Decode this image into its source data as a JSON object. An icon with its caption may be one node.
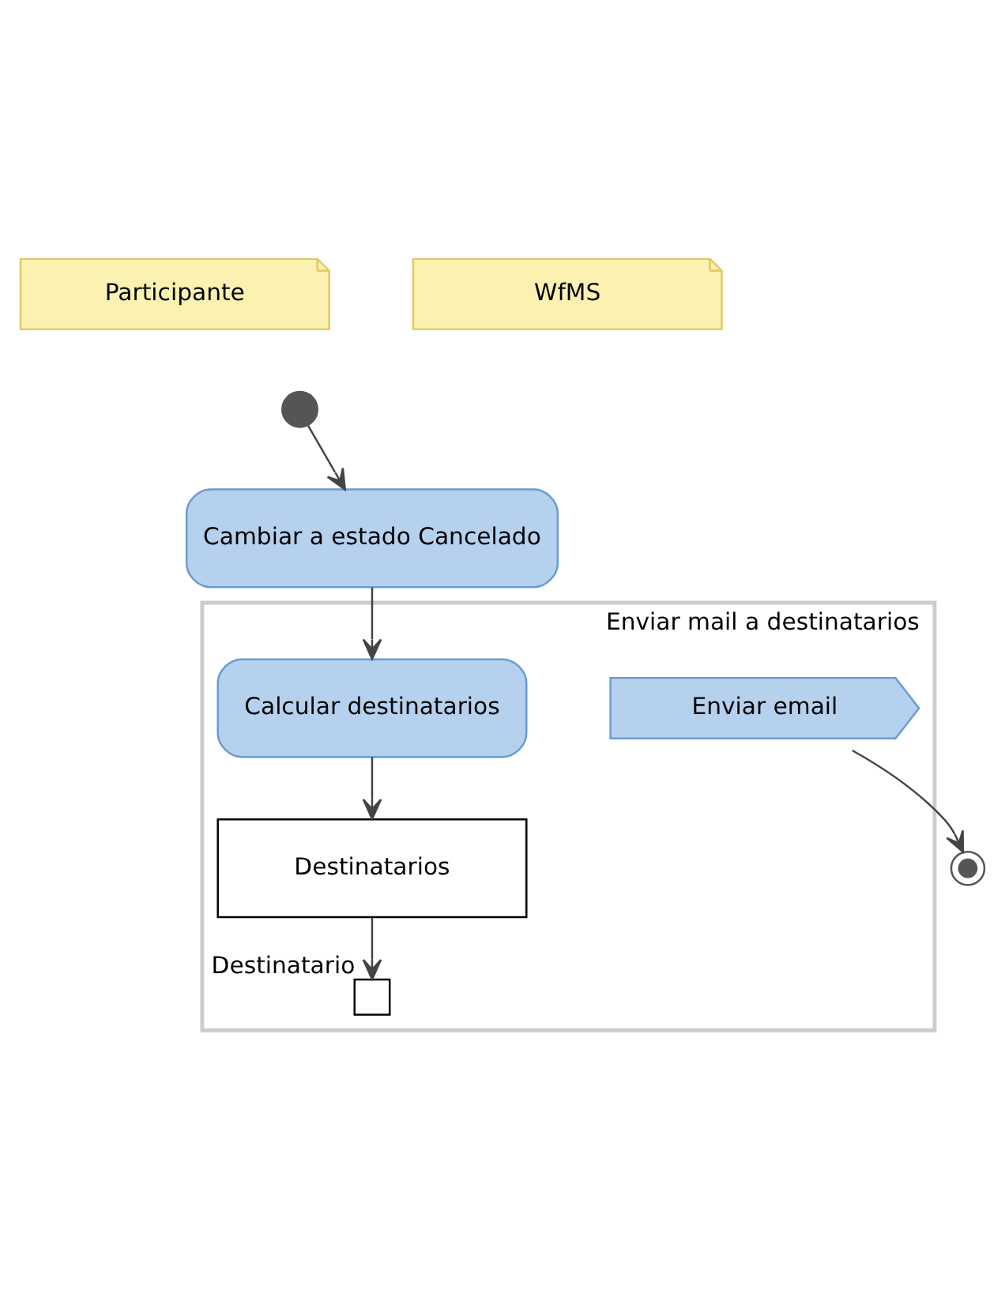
{
  "diagram": {
    "nodes": [
      {
        "text": [
          "Participante"
        ]
      },
      {
        "text": [
          "WfMS"
        ]
      },
      {
        "text": [],
        "shape": "circle"
      },
      {
        "text": [
          "Cambiar a estado Cancelado"
        ]
      },
      {
        "text": [
          "Enviar mail a destinatarios"
        ]
      },
      {
        "text": [
          "Calcular destinatarios"
        ],
        "in": 4
      },
      {
        "text": [
          "Destinatarios"
        ],
        "in": 4
      },
      {
        "text": [],
        "shape": "box",
        "beside": [
          "Destinatario"
        ],
        "in": 4
      },
      {
        "text": [
          "Enviar email"
        ],
        "in": 4
      },
      {
        "text": [],
        "shape": "circle"
      }
    ],
    "edges": [
      {
        "from": 2,
        "to": 3,
        "arrow": "to"
      },
      {
        "from": 3,
        "to": 5,
        "arrow": "to"
      },
      {
        "from": 5,
        "to": 6,
        "arrow": "to"
      },
      {
        "from": 6,
        "to": 7,
        "arrow": "to"
      },
      {
        "from": 8,
        "to": 9,
        "arrow": "to"
      }
    ]
  }
}
